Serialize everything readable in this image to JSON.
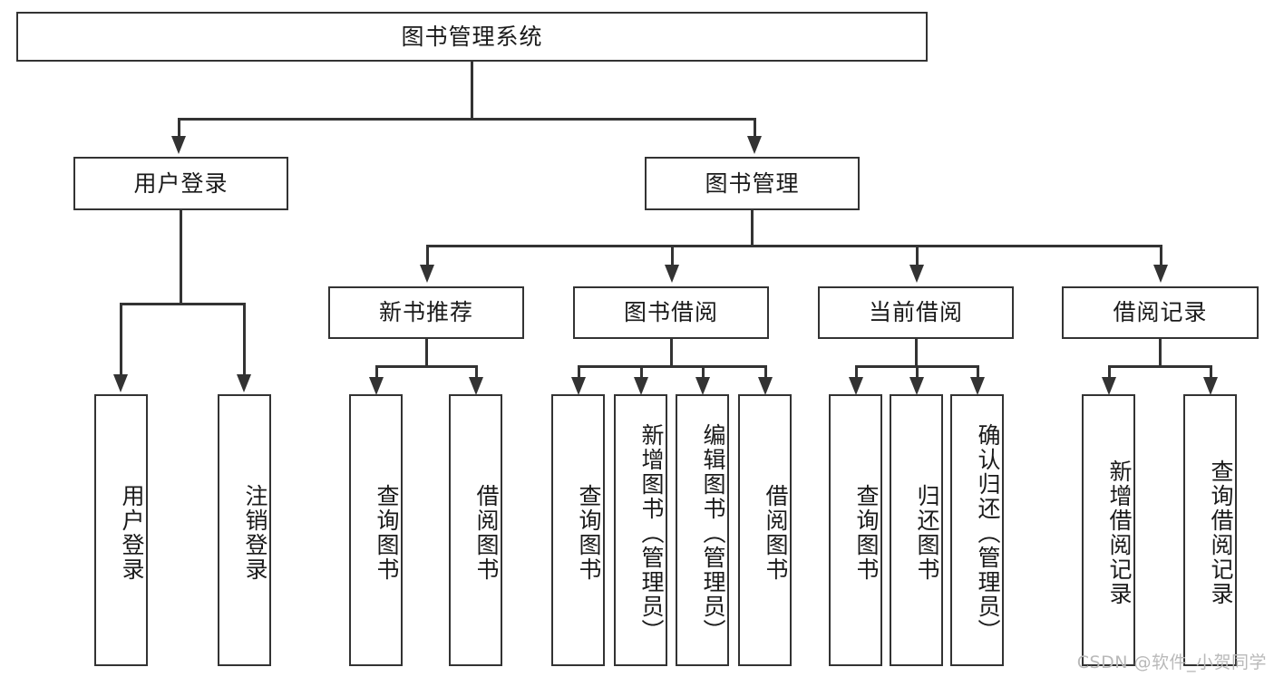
{
  "diagram": {
    "type": "tree-hierarchy-chart",
    "title": "图书管理系统",
    "root": {
      "label": "图书管理系统"
    },
    "level2": [
      {
        "id": "user-login",
        "label": "用户登录"
      },
      {
        "id": "book-management",
        "label": "图书管理"
      }
    ],
    "level3": [
      {
        "id": "new-book-recommend",
        "label": "新书推荐"
      },
      {
        "id": "book-borrow",
        "label": "图书借阅"
      },
      {
        "id": "current-borrow",
        "label": "当前借阅"
      },
      {
        "id": "borrow-record",
        "label": "借阅记录"
      }
    ],
    "leaves": {
      "user_login": [
        {
          "id": "user-login-leaf",
          "label": "用户登录"
        },
        {
          "id": "user-logout-leaf",
          "label": "注销登录"
        }
      ],
      "new_book_recommend": [
        {
          "id": "query-book-1",
          "label": "查询图书"
        },
        {
          "id": "borrow-book-1",
          "label": "借阅图书"
        }
      ],
      "book_borrow": [
        {
          "id": "query-book-2",
          "label": "查询图书"
        },
        {
          "id": "add-book-admin",
          "label": "新增图书（管理员）"
        },
        {
          "id": "edit-book-admin",
          "label": "编辑图书（管理员）"
        },
        {
          "id": "borrow-book-2",
          "label": "借阅图书"
        }
      ],
      "current_borrow": [
        {
          "id": "query-book-3",
          "label": "查询图书"
        },
        {
          "id": "return-book",
          "label": "归还图书"
        },
        {
          "id": "confirm-return-admin",
          "label": "确认归还（管理员）"
        }
      ],
      "borrow_record": [
        {
          "id": "add-borrow-record",
          "label": "新增借阅记录"
        },
        {
          "id": "query-borrow-record",
          "label": "查询借阅记录"
        }
      ]
    },
    "watermark": "CSDN @软件_小贺同学",
    "colors": {
      "stroke": "#333333",
      "fill": "#ffffff",
      "text": "#1a1a1a",
      "watermark": "#b9b9b9"
    }
  }
}
